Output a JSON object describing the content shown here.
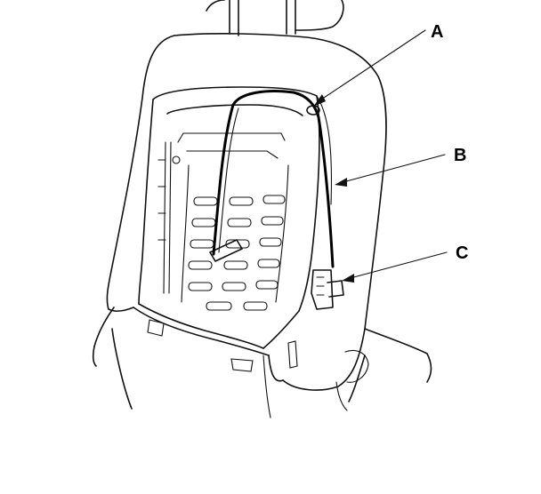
{
  "callouts": {
    "a": {
      "label": "A"
    },
    "b": {
      "label": "B"
    },
    "c": {
      "label": "C"
    }
  }
}
